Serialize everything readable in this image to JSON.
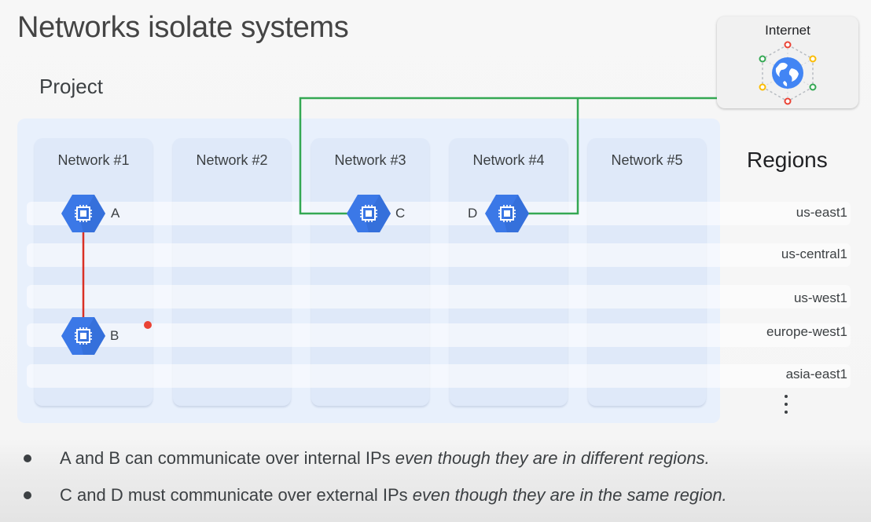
{
  "title": "Networks isolate systems",
  "project_label": "Project",
  "networks": [
    "Network #1",
    "Network #2",
    "Network #3",
    "Network #4",
    "Network #5"
  ],
  "regions_title": "Regions",
  "regions": [
    "us-east1",
    "us-central1",
    "us-west1",
    "europe-west1",
    "asia-east1"
  ],
  "internet_label": "Internet",
  "vms": {
    "a": "A",
    "b": "B",
    "c": "C",
    "d": "D"
  },
  "bullets": [
    {
      "plain": "A and B can communicate over internal IPs ",
      "italic": "even though they are in different regions."
    },
    {
      "plain": "C and D must communicate over external IPs ",
      "italic": "even though they are in the same region."
    }
  ],
  "colors": {
    "vm_blue": "#3b78e7",
    "internal_link": "#d93025",
    "external_link": "#34a853",
    "pointer_dot": "#ea4335"
  },
  "icons": {
    "vm": "compute-chip-icon",
    "internet": "globe-icon"
  }
}
